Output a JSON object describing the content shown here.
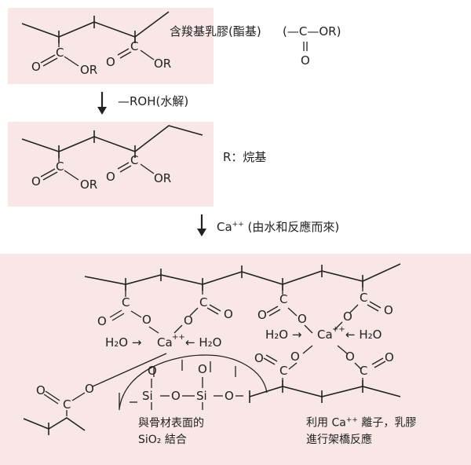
{
  "step1": {
    "label": "含羧基乳膠(酯基)",
    "ester_group": [
      "(",
      "—C—OR",
      ")"
    ],
    "ester_o": "O",
    "groups": [
      {
        "o": "O",
        "c": "C",
        "r": "OR"
      },
      {
        "o": "O",
        "c": "C",
        "r": "OR"
      }
    ]
  },
  "reaction1": {
    "label": "—ROH(水解)"
  },
  "step2": {
    "note": "R：烷基",
    "groups": [
      {
        "o": "O",
        "c": "C",
        "r": "OR"
      },
      {
        "o": "O",
        "c": "C",
        "r": "OR"
      }
    ]
  },
  "reaction2": {
    "ion": "Ca",
    "charge": "++",
    "label": "(由水和反應而來)"
  },
  "step3": {
    "atoms": {
      "o": "O",
      "c": "C",
      "ca": "Ca",
      "charge": "++",
      "si": "Si",
      "h2o_left": "H₂O →",
      "h2o_right": "← H₂O"
    },
    "note_left_1": "與骨材表面的",
    "note_left_2": "SiO₂ 結合",
    "note_right_1_a": "利用 Ca",
    "note_right_1_sup": "++",
    "note_right_1_b": " 離子，乳膠",
    "note_right_2": "進行架橋反應"
  }
}
